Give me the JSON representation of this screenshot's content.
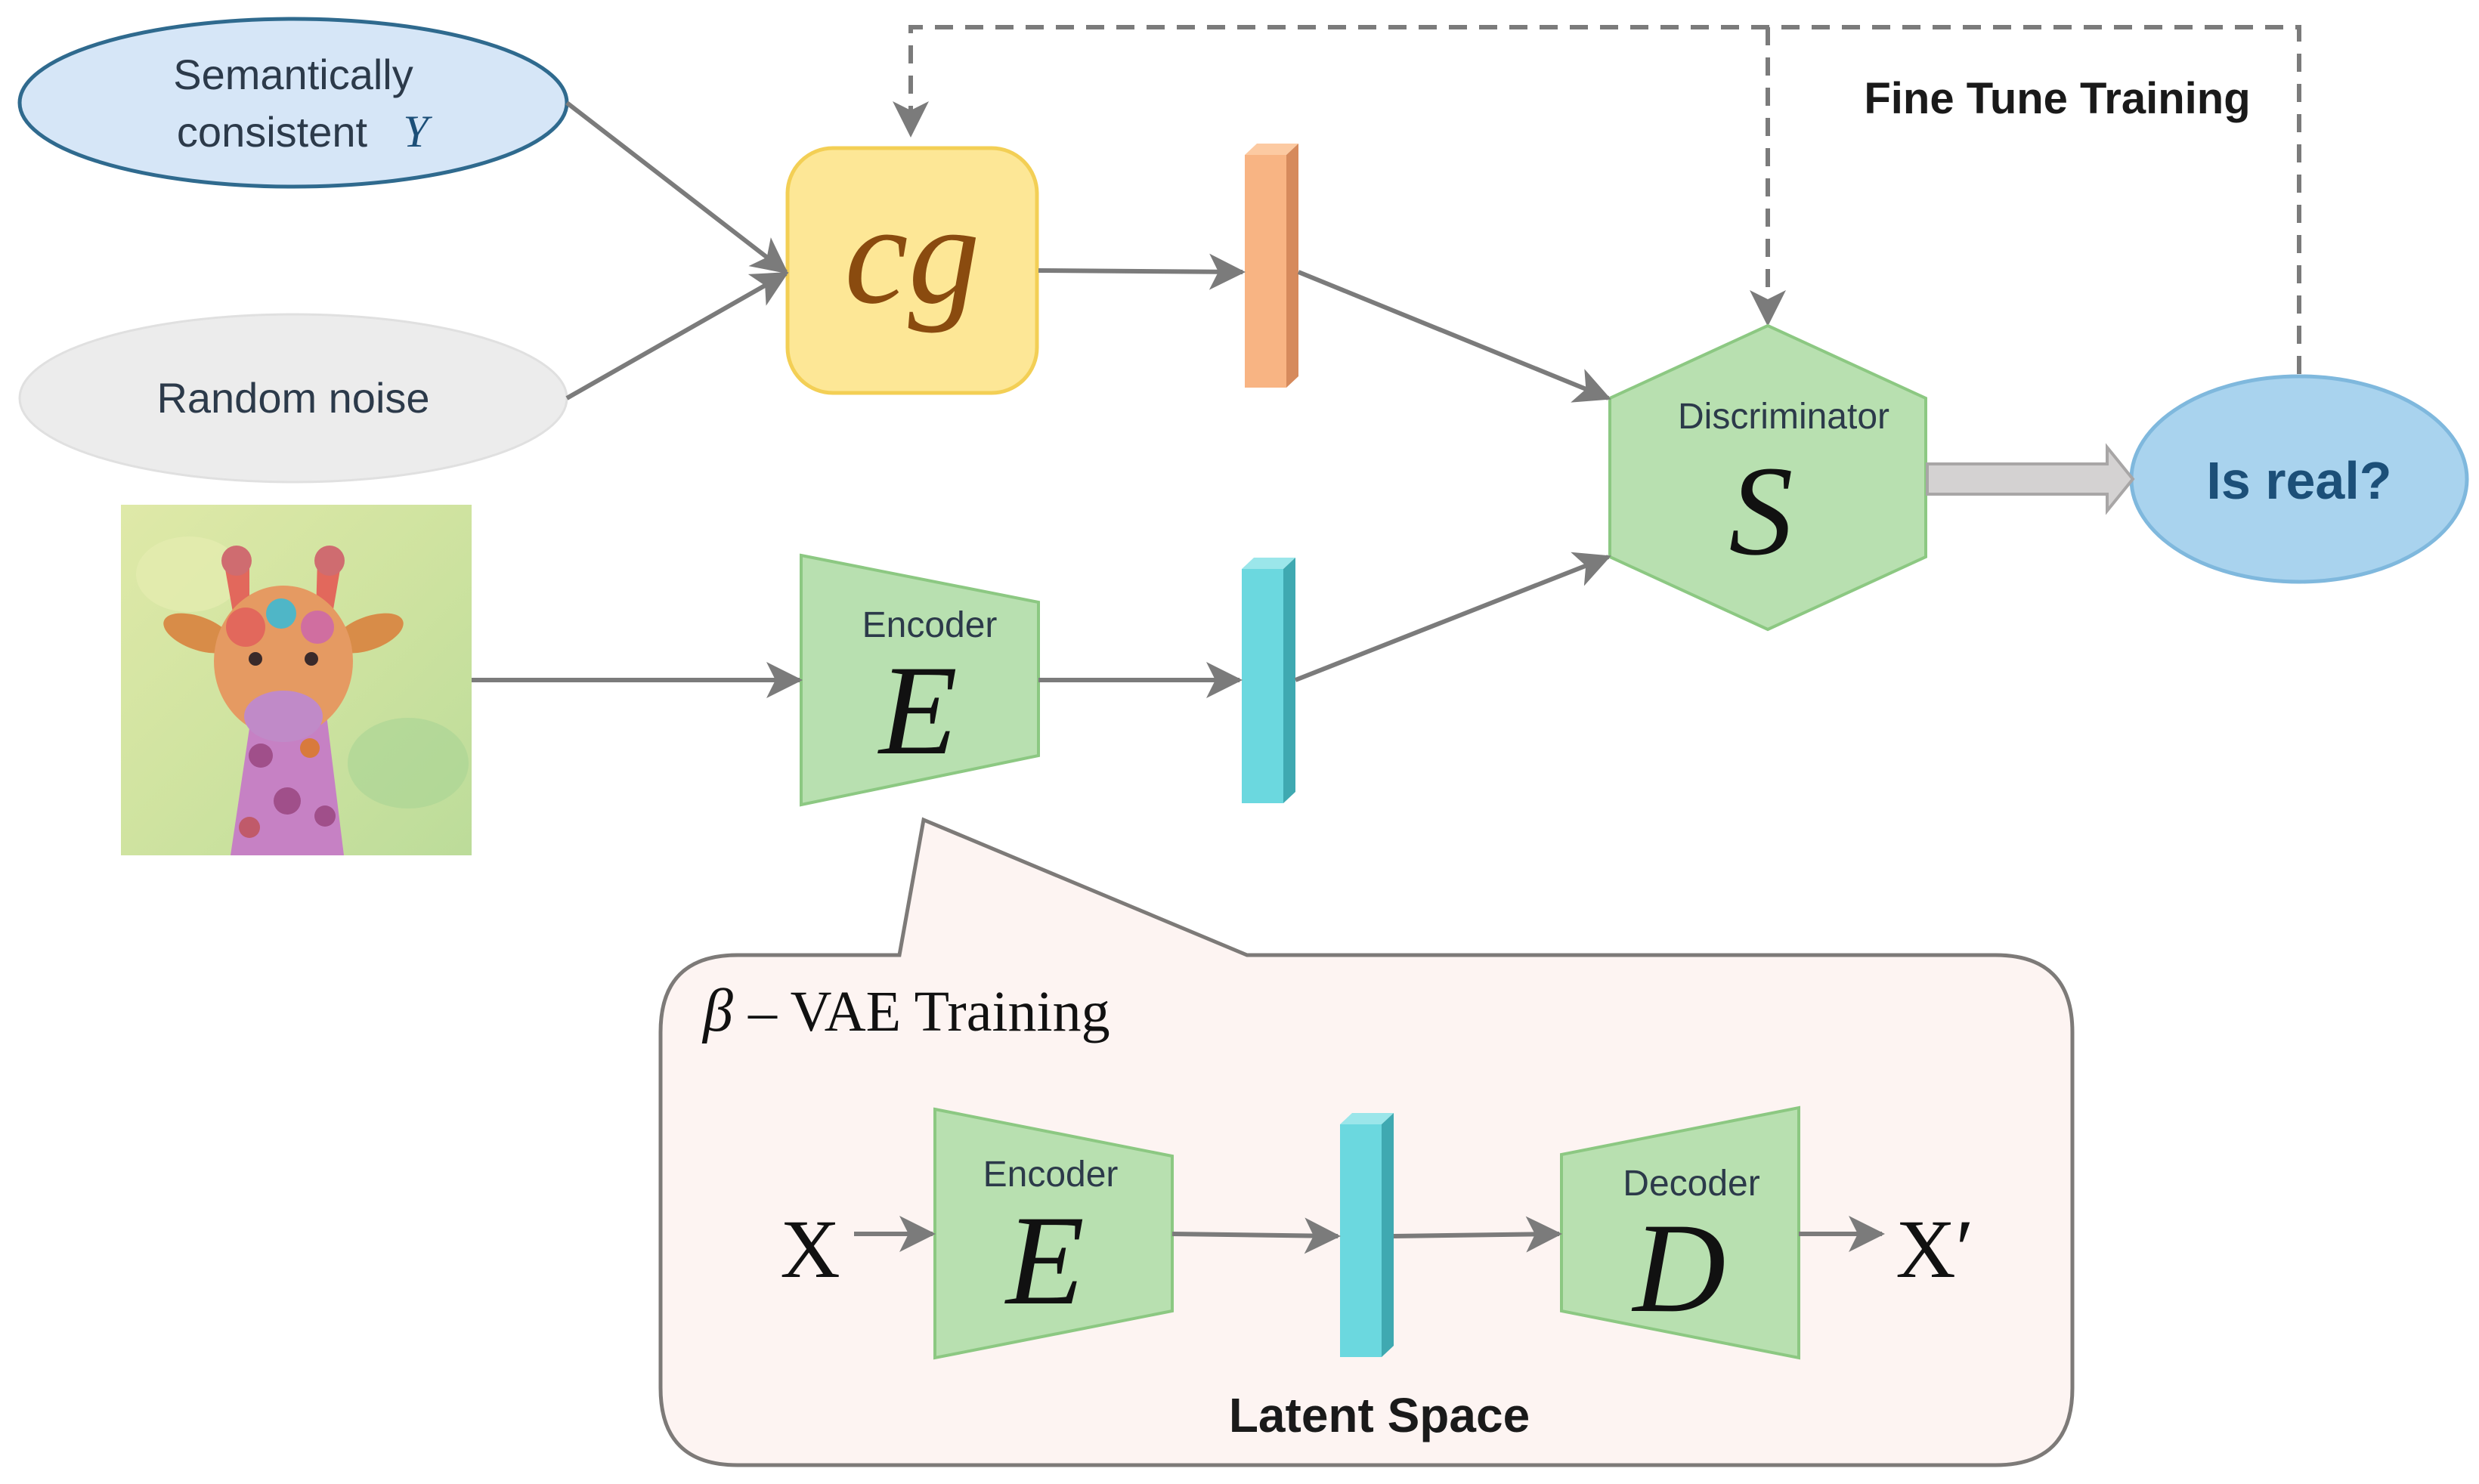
{
  "inputs": {
    "semantic_line1": "Semantically",
    "semantic_line2": "consistent",
    "semantic_var": "Y",
    "noise_label": "Random noise"
  },
  "generator": {
    "symbol": "cg"
  },
  "encoder_top": {
    "label": "Encoder",
    "symbol": "E"
  },
  "discriminator": {
    "label": "Discriminator",
    "symbol": "S"
  },
  "output": {
    "label": "Is real?"
  },
  "fine_tune": {
    "label": "Fine Tune Training"
  },
  "vae": {
    "beta": "β",
    "title": "– VAE Training",
    "input": "X",
    "encoder_label": "Encoder",
    "encoder_symbol": "E",
    "decoder_label": "Decoder",
    "decoder_symbol": "D",
    "output": "X′",
    "latent_label": "Latent Space"
  },
  "colors": {
    "semantic_fill": "#d6e6f7",
    "semantic_stroke": "#2f6a8e",
    "noise_fill": "#ececec",
    "cg_fill": "#fde796",
    "cg_stroke": "#f3cf55",
    "cg_text": "#8a4b0f",
    "green_fill": "#b8e0b0",
    "green_stroke": "#8cc882",
    "orange_bar": "#f8b483",
    "cyan_bar": "#6bd8df",
    "output_fill": "#a9d3ee",
    "output_stroke": "#7fb8dd",
    "output_text": "#1c4f78",
    "vae_fill": "#fdf4f2",
    "vae_stroke": "#7d7a78",
    "arrow": "#7b7b7b",
    "text_dark": "#2c3a4a"
  }
}
